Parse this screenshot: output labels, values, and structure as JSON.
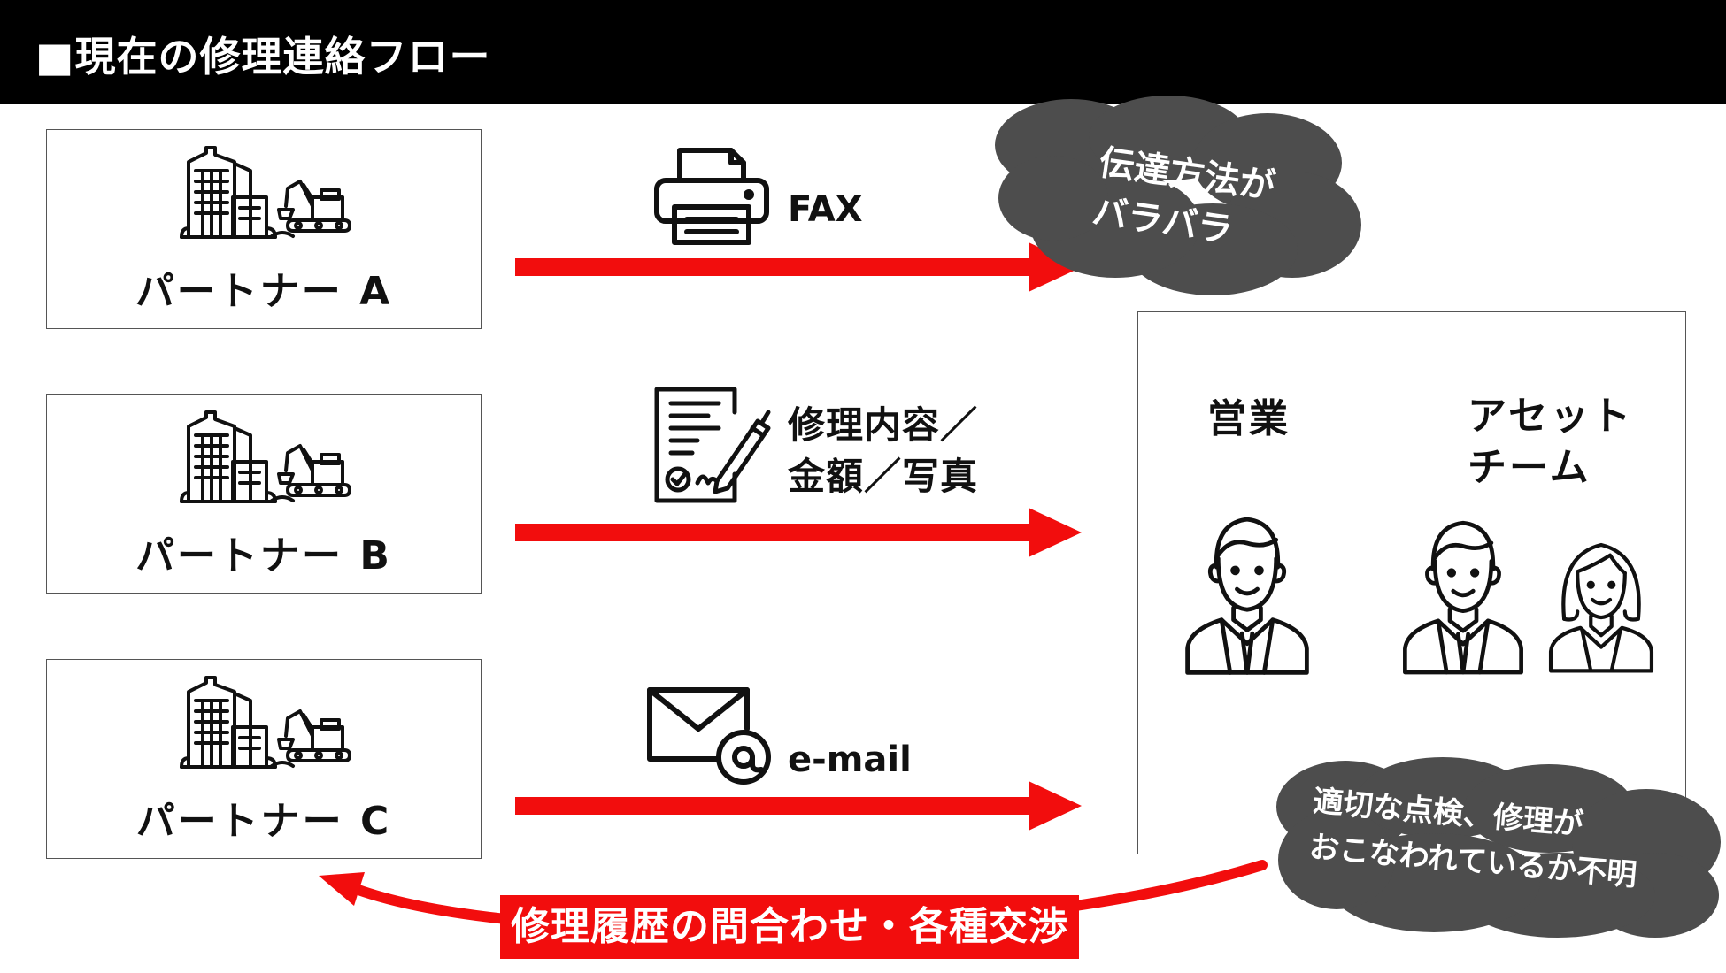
{
  "header": {
    "title": "■現在の修理連絡フロー"
  },
  "partners": [
    {
      "label": "パートナー A"
    },
    {
      "label": "パートナー B"
    },
    {
      "label": "パートナー C"
    }
  ],
  "channels": [
    {
      "label": "FAX",
      "icon": "printer-icon"
    },
    {
      "label_line1": "修理内容／",
      "label_line2": "金額／写真",
      "icon": "document-signature-icon"
    },
    {
      "label": "e-mail",
      "icon": "email-at-icon"
    }
  ],
  "team": {
    "sales_label": "営業",
    "asset_label_line1": "アセット",
    "asset_label_line2": "チーム"
  },
  "clouds": {
    "top_line1": "伝達方法が",
    "top_line2": "バラバラ",
    "bottom_line1": "適切な点検、修理が",
    "bottom_line2": "おこなわれているか不明"
  },
  "bottom_flow": {
    "label": "修理履歴の問合わせ・各種交渉"
  },
  "colors": {
    "arrow": "#f20d0d",
    "cloud": "#4d4d4d",
    "header_bg": "#000000"
  }
}
